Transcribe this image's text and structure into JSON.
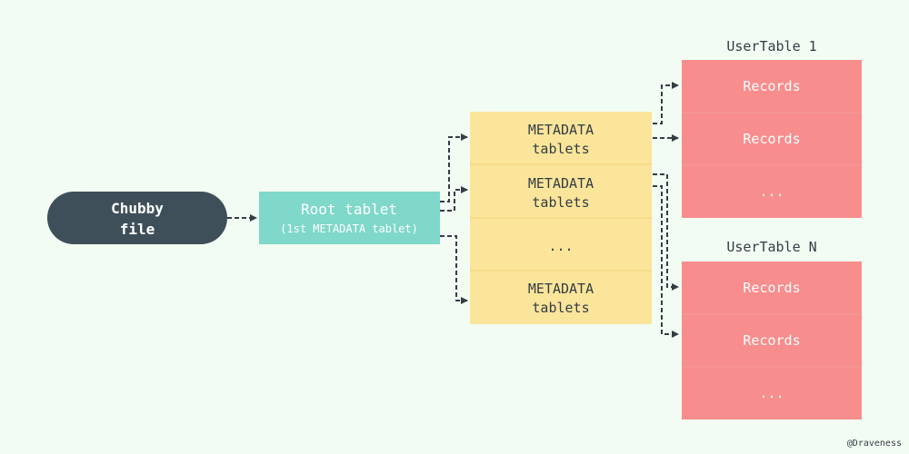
{
  "colors": {
    "background": "#f2fcf2",
    "chubby_fill": "#3f4f5a",
    "root_fill": "#7fd8c9",
    "metadata_fill": "#fbe59a",
    "metadata_divider": "#f0d478",
    "usertable_fill": "#f88d8d",
    "usertable_divider": "#f39a9a",
    "arrow": "#333d46",
    "label_text": "#ffffff",
    "dark_text": "#333d46"
  },
  "chubby_file": {
    "line1": "Chubby",
    "line2": "file"
  },
  "root_tablet": {
    "title": "Root tablet",
    "subtitle": "(1st METADATA tablet)"
  },
  "metadata_cells": [
    {
      "line1": "METADATA",
      "line2": "tablets"
    },
    {
      "line1": "METADATA",
      "line2": "tablets"
    },
    {
      "line1": "...",
      "line2": ""
    },
    {
      "line1": "METADATA",
      "line2": "tablets"
    }
  ],
  "usertables": [
    {
      "title": "UserTable 1",
      "cells": [
        "Records",
        "Records",
        "..."
      ]
    },
    {
      "title": "UserTable N",
      "cells": [
        "Records",
        "Records",
        "..."
      ]
    }
  ],
  "watermark": "@Draveness"
}
